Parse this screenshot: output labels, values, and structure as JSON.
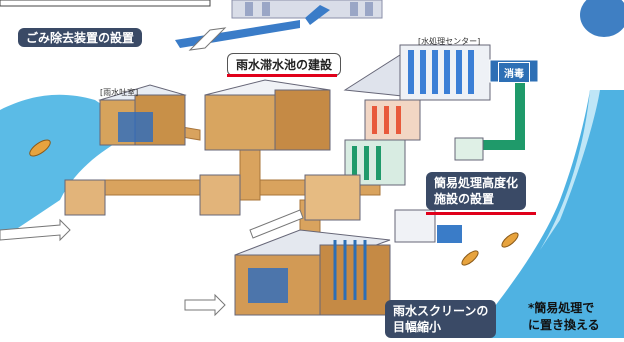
{
  "labels": {
    "debris_removal": "ごみ除去装置の設置",
    "rainwater_tank": "雨水滞水池の建設",
    "treatment_center": "[水処理センター]",
    "pump_station": "[雨水吐室]",
    "disinfection": "消毒",
    "advanced_facility_1": "簡易処理高度化",
    "advanced_facility_2": "施設の設置",
    "screen_1": "雨水スクリーンの",
    "screen_2": "目幅縮小",
    "footnote_1": "*簡易処理で",
    "footnote_2": "に置き換える"
  },
  "colors": {
    "river": "#49b4e4",
    "pipe": "#d9a35e",
    "accent_red": "#e0001a",
    "tag_dark": "#3a4a66",
    "green_pipe": "#1f9a6a"
  }
}
